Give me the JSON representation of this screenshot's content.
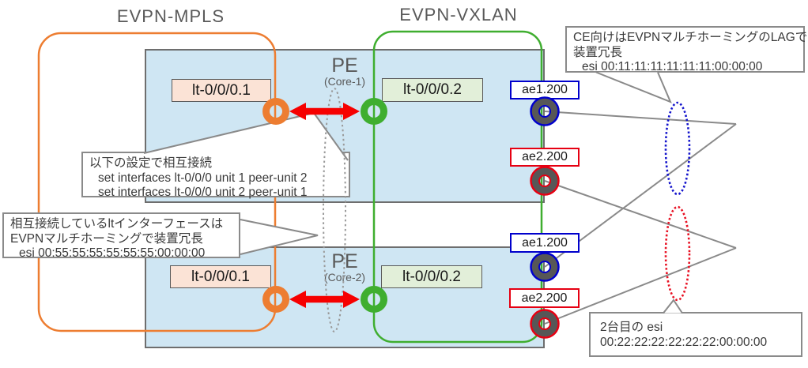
{
  "titles": {
    "mpls": "EVPN-MPLS",
    "vxlan": "EVPN-VXLAN"
  },
  "pe": [
    {
      "name": "PE",
      "core": "(Core-1)",
      "lt_mpls": "lt-0/0/0.1",
      "lt_vxlan": "lt-0/0/0.2",
      "ae1": "ae1.200",
      "ae2": "ae2.200"
    },
    {
      "name": "PE",
      "core": "(Core-2)",
      "lt_mpls": "lt-0/0/0.1",
      "lt_vxlan": "lt-0/0/0.2",
      "ae1": "ae1.200",
      "ae2": "ae2.200"
    }
  ],
  "callouts": {
    "ce_lag": {
      "line1": "CE向けはEVPNマルチホーミングのLAGで",
      "line2": "装置冗長",
      "line3": "esi 00:11:11:11:11:11:11:00:00:00"
    },
    "lt_config": {
      "line1": "以下の設定で相互接続",
      "line2": "set interfaces lt-0/0/0 unit 1 peer-unit 2",
      "line3": "set interfaces lt-0/0/0 unit 2 peer-unit 1"
    },
    "lt_mh": {
      "line1": "相互接続しているltインターフェースは",
      "line2": "EVPNマルチホーミングで装置冗長",
      "line3": "esi 00:55:55:55:55:55:55:00:00:00"
    },
    "second_esi": {
      "line1": "2台目の esi",
      "line2": "00:22:22:22:22:22:22:00:00:00"
    }
  },
  "colors": {
    "mpls_orange": "#ED7D31",
    "vxlan_green": "#3FAE2F",
    "link_red": "#F60000",
    "ae1_blue": "#0000CC",
    "ae2_red": "#E60012",
    "port_gray": "#575757",
    "pe_fill": "#CFE6F3",
    "line_gray": "#8A8A8A"
  }
}
